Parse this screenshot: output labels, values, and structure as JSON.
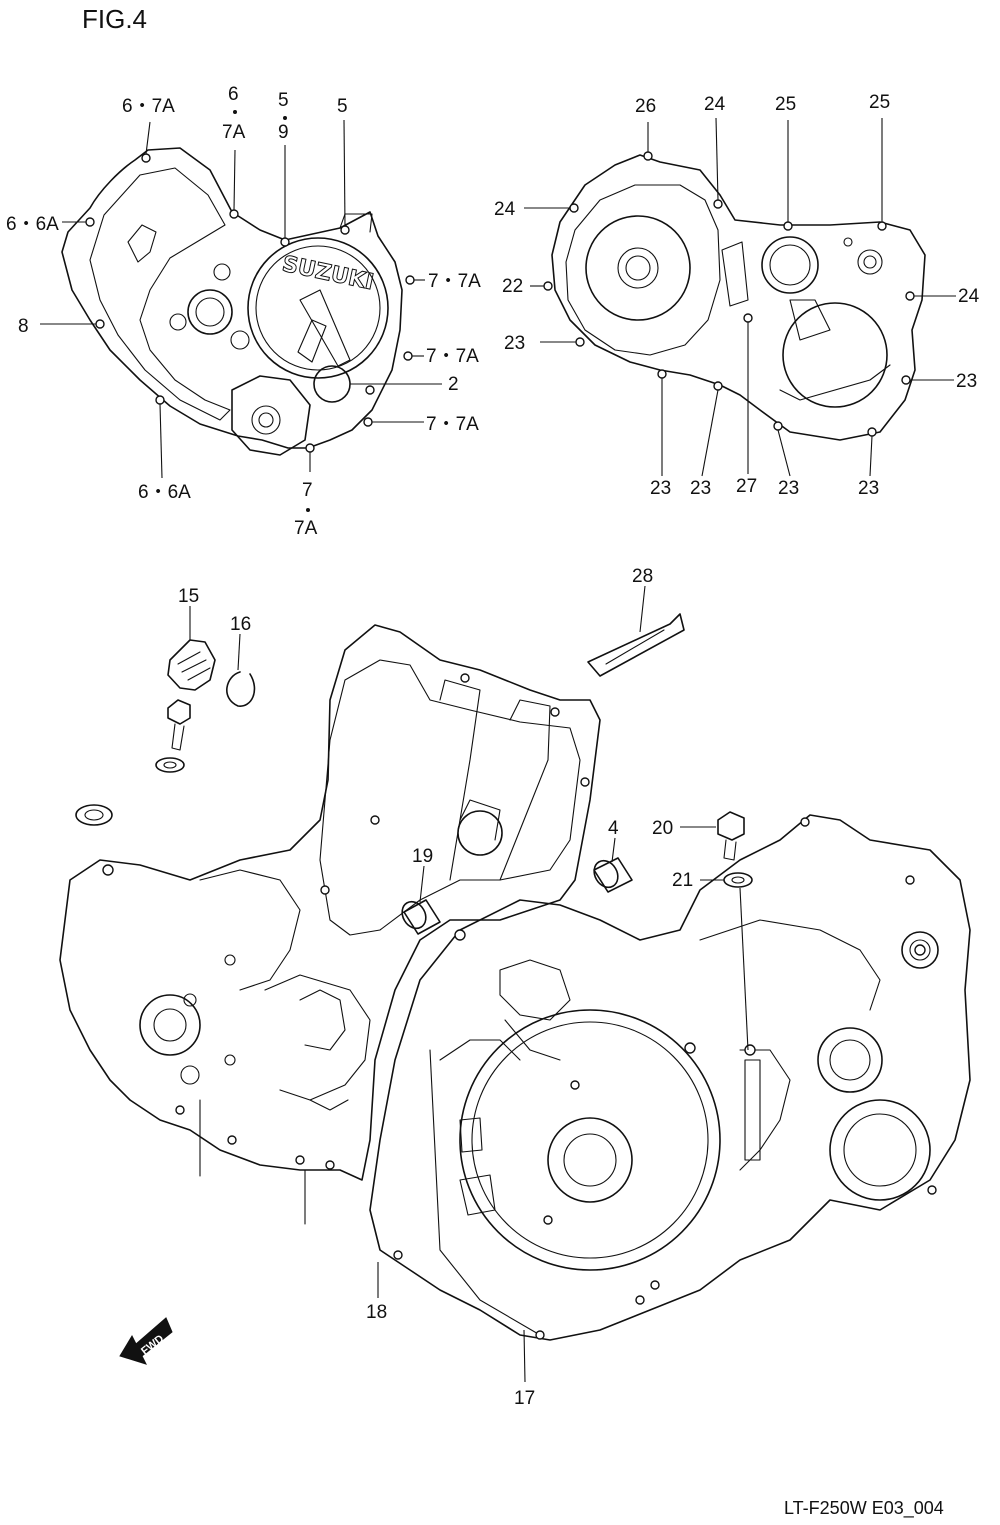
{
  "figure": {
    "title": "FIG.4",
    "code": "LT-F250W E03_004"
  },
  "callouts": {
    "c1": "6・7A",
    "c2_top": "6",
    "c2_bot": "7A",
    "c3_top": "5",
    "c3_bot": "9",
    "c4": "5",
    "c5": "6・6A",
    "c6": "8",
    "c7": "7・7A",
    "c8": "7・7A",
    "c9": "2",
    "c10": "7・7A",
    "c11": "6・6A",
    "c12_top": "7",
    "c12_bot": "7A",
    "c13": "26",
    "c14": "24",
    "c15": "25",
    "c16": "25",
    "c17": "24",
    "c18": "22",
    "c19": "24",
    "c20": "23",
    "c21": "23",
    "c22": "23",
    "c23": "23",
    "c24": "27",
    "c25": "23",
    "c26": "23",
    "c27": "28",
    "c28": "15",
    "c29": "16",
    "c30": "4",
    "c31": "20",
    "c32": "19",
    "c33": "21",
    "c34": "18",
    "c35": "17"
  },
  "logo_text": "SUZUKI",
  "fwd_mark": "FWD"
}
